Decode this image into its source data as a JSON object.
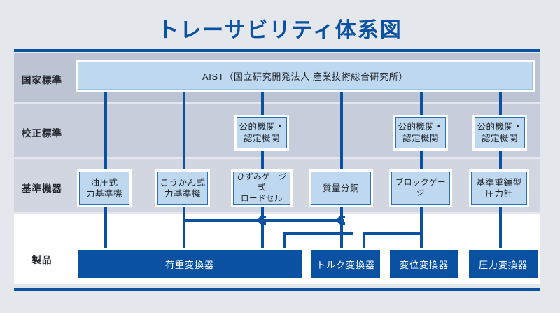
{
  "title": "トレーサビリティ体系図",
  "colors": {
    "accent": "#0b51a1",
    "node_fill": "#bed8f0",
    "node_border": "#2f6fb5",
    "product_fill": "#0b51a1",
    "page_bg": "#e4e7ec",
    "band_1": "#bcc3d2",
    "band_2": "#c7cddb",
    "band_3": "#d1d6e1",
    "band_4": "#ffffff"
  },
  "rows": [
    {
      "label": "国家標準"
    },
    {
      "label": "校正標準"
    },
    {
      "label": "基準機器"
    },
    {
      "label": "製品"
    }
  ],
  "national_standard": {
    "label": "AIST（国立研究開発法人 産業技術総合研究所）"
  },
  "calibration_standards": [
    {
      "label": "公的機関・\n認定機関",
      "line1": "公的機関・",
      "line2": "認定機関"
    },
    {
      "label": "公的機関・\n認定機関",
      "line1": "公的機関・",
      "line2": "認定機関"
    },
    {
      "label": "公的機関・\n認定機関",
      "line1": "公的機関・",
      "line2": "認定機関"
    }
  ],
  "reference_instruments": [
    {
      "line1": "油圧式",
      "line2": "力基準機"
    },
    {
      "line1": "こうかん式",
      "line2": "力基準機"
    },
    {
      "line1": "ひずみゲージ式",
      "line2": "ロードセル"
    },
    {
      "line1": "質量分銅",
      "line2": ""
    },
    {
      "line1": "ブロックゲージ",
      "line2": ""
    },
    {
      "line1": "基準重錘型",
      "line2": "圧力計"
    }
  ],
  "products": [
    {
      "label": "荷重変換器"
    },
    {
      "label": "トルク変換器"
    },
    {
      "label": "変位変換器"
    },
    {
      "label": "圧力変換器"
    }
  ]
}
